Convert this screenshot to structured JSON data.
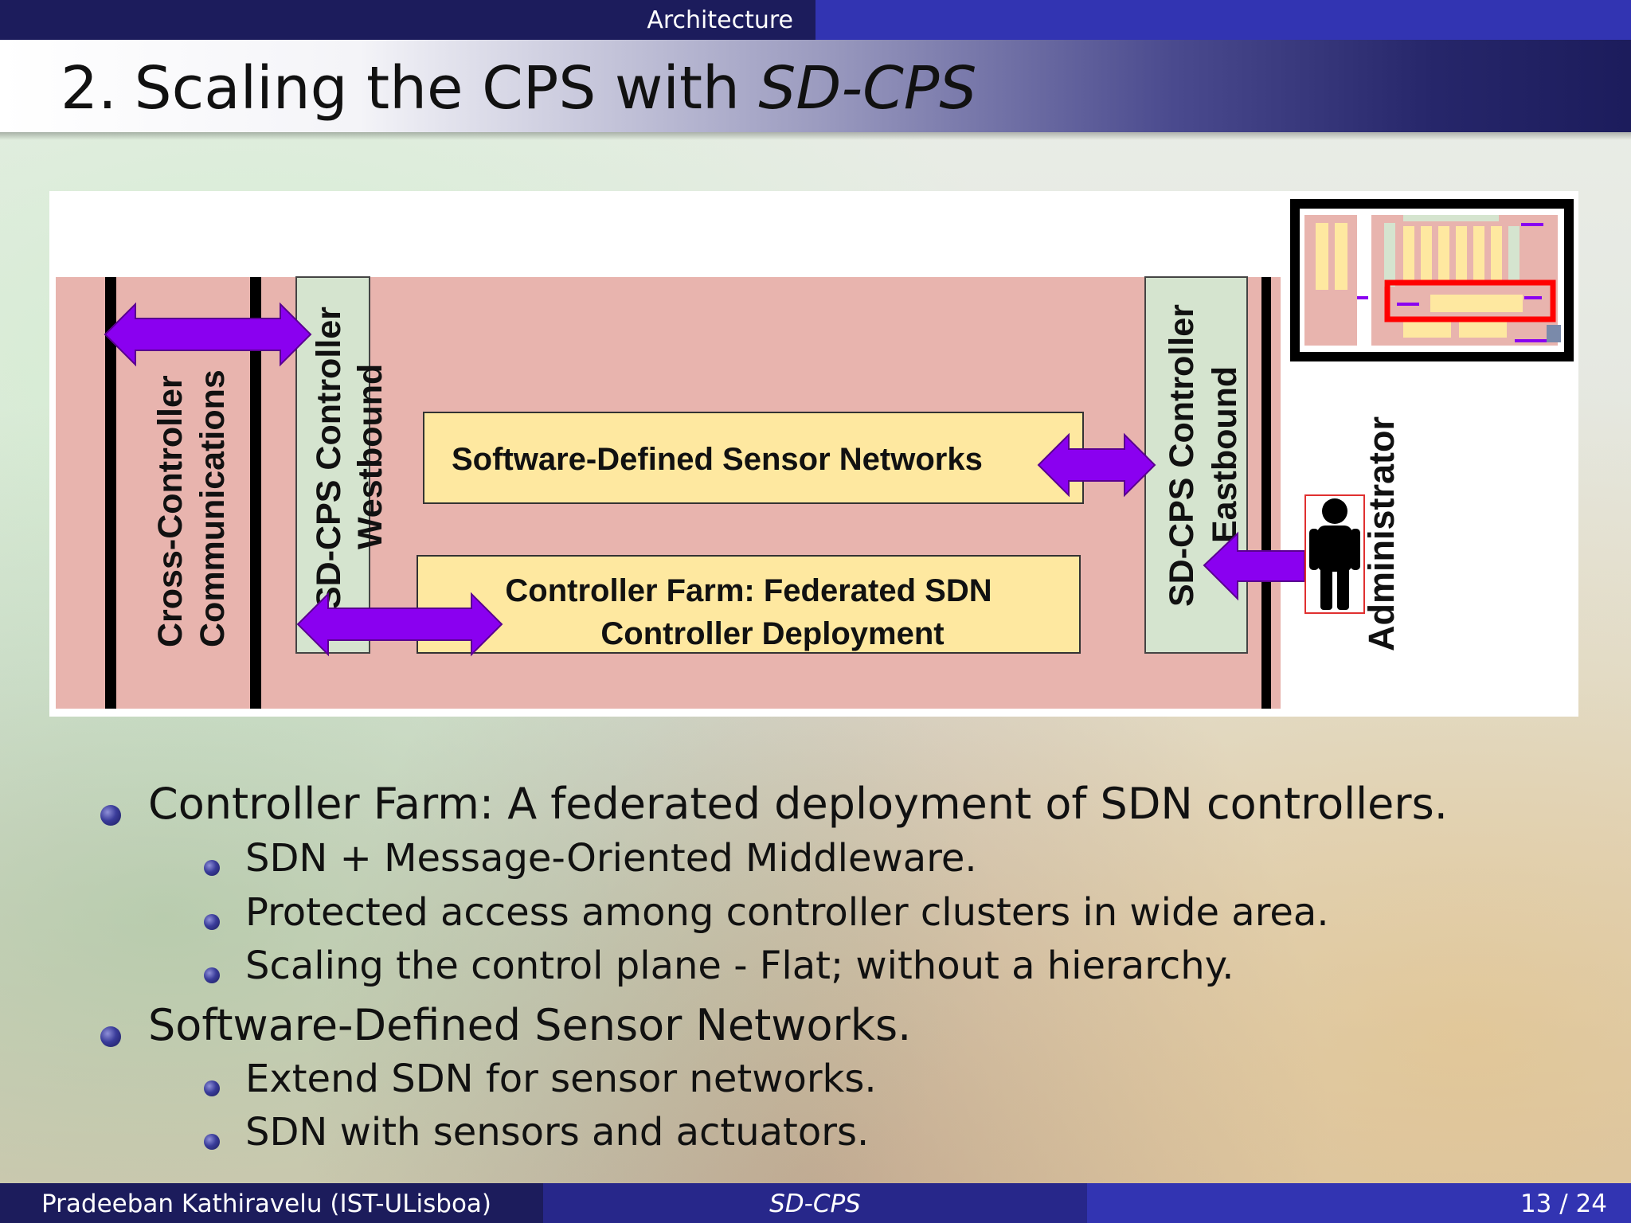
{
  "header": {
    "section": "Architecture",
    "title_number": "2.",
    "title_text": "Scaling the CPS with",
    "title_emph": "SD-CPS"
  },
  "diagram": {
    "cross_controller_line1": "Cross-Controller",
    "cross_controller_line2": "Communications",
    "westbound_line1": "SD-CPS Controller",
    "westbound_line2": "Westbound",
    "sdsn_box": "Software-Defined Sensor Networks",
    "farm_line1": "Controller Farm: Federated SDN",
    "farm_line2": "Controller Deployment",
    "eastbound_line1": "SD-CPS Controller",
    "eastbound_line2": "Eastbound",
    "administrator": "Administrator",
    "colors": {
      "panel": "#e8b4ae",
      "api_strip": "#d5e4cf",
      "box": "#fee8a0",
      "arrow": "#8a00f0",
      "highlight": "#ff0000"
    }
  },
  "bullets": [
    {
      "level": 1,
      "text": "Controller Farm: A federated deployment of SDN controllers."
    },
    {
      "level": 2,
      "text": "SDN + Message-Oriented Middleware."
    },
    {
      "level": 2,
      "text": "Protected access among controller clusters in wide area."
    },
    {
      "level": 2,
      "text": "Scaling the control plane - Flat; without a hierarchy."
    },
    {
      "level": 1,
      "text": "Software-Defined Sensor Networks."
    },
    {
      "level": 2,
      "text": "Extend SDN for sensor networks."
    },
    {
      "level": 2,
      "text": "SDN with sensors and actuators."
    }
  ],
  "footer": {
    "author": "Pradeeban Kathiravelu  (IST-ULisboa)",
    "short_title": "SD-CPS",
    "page": "13 / 24"
  }
}
